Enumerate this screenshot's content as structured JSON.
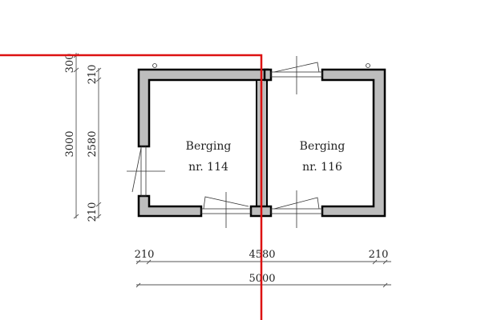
{
  "rooms": [
    {
      "name": "Berging",
      "number": "nr. 114"
    },
    {
      "name": "Berging",
      "number": "nr. 116"
    }
  ],
  "dimensions": {
    "vertical_outer": "300",
    "vertical_total": "3000",
    "vertical_top_wall": "210",
    "vertical_inner": "2580",
    "vertical_bottom_wall": "210",
    "horizontal_left_wall": "210",
    "horizontal_inner": "4580",
    "horizontal_right_wall": "210",
    "horizontal_total": "5000"
  },
  "colors": {
    "boundary": "#dd1111",
    "wall_fill": "#bdbdbd"
  }
}
